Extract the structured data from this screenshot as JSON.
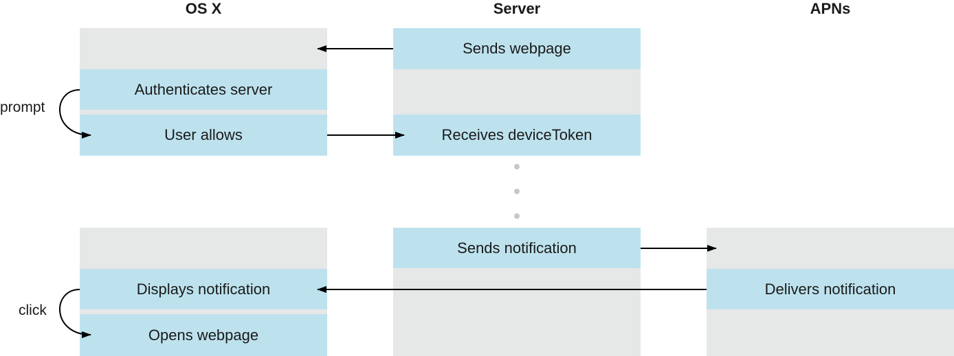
{
  "columns": {
    "osx": "OS X",
    "server": "Server",
    "apns": "APNs"
  },
  "steps": {
    "sends_webpage": "Sends webpage",
    "authenticates_server": "Authenticates server",
    "user_allows": "User allows",
    "receives_device_token": "Receives deviceToken",
    "sends_notification": "Sends notification",
    "displays_notification": "Displays notification",
    "delivers_notification": "Delivers notification",
    "opens_webpage": "Opens webpage"
  },
  "side_labels": {
    "prompt": "prompt",
    "click": "click"
  },
  "colors": {
    "lane": "#e6e7e7",
    "step": "#bde2ee",
    "dots": "#c8c8c8"
  }
}
